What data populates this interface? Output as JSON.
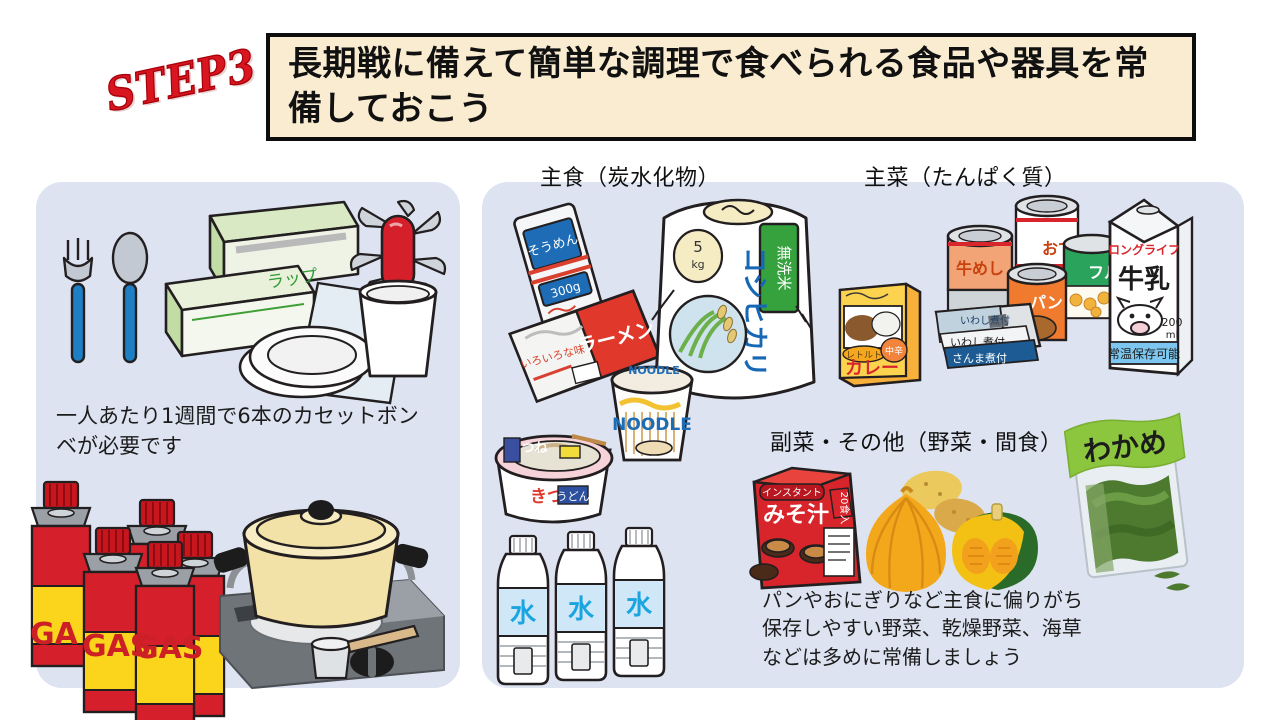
{
  "slide": {
    "step_label": "STEP3",
    "title": "長期戦に備えて簡単な調理で食べられる食品や器具を常備しておこう",
    "background_color": "#ffffff",
    "title_box_fill": "#faecd0",
    "title_box_border": "#0d0d0d",
    "panel_fill": "#dde3f1",
    "step_color": "#d9161f"
  },
  "left_panel": {
    "caption": "一人あたり1週間で6本のカセットボンベが必要です",
    "items": {
      "fork": "フォーク",
      "spoon": "スプーン",
      "wrap_box_label": "ラップ",
      "paper_plates": "紙皿",
      "paper_cup": "紙コップ",
      "multi_tool": "多機能ナイフ",
      "gas_canister_label": "GAS",
      "gas_canister_count": 5,
      "pot": "鍋",
      "stove": "カセットコンロ",
      "ladle": "おたま"
    },
    "colors": {
      "gas_body": "#d5202b",
      "gas_band": "#fbd41c",
      "gas_cap": "#9aa0a6",
      "pot_body": "#f2e2a8",
      "stove_body": "#6f7479",
      "handle_blue": "#1f7fc4"
    }
  },
  "right_panel": {
    "headings": {
      "staple": "主食（炭水化物）",
      "protein": "主菜（たんぱく質）",
      "side": "副菜・その他（野菜・間食）"
    },
    "veg_caption": "パンやおにぎりなど主食に偏りがち\n保存しやすい野菜、乾燥野菜、海草\nなどは多めに常備しましょう",
    "staple_items": [
      {
        "name": "somen-noodles",
        "label": "そうめん",
        "sub": "300g"
      },
      {
        "name": "instant-ramen",
        "label": "ラーメン",
        "sub": "いろいろな味"
      },
      {
        "name": "rice-bag",
        "label": "コシヒカリ",
        "sub": "無洗米",
        "weight": "5kg"
      },
      {
        "name": "cup-noodle",
        "label": "NOODLE"
      },
      {
        "name": "kitsune-udon",
        "label": "きつね",
        "sub": "うどん"
      },
      {
        "name": "water-bottle",
        "label": "水",
        "count": 3
      }
    ],
    "protein_items": [
      {
        "name": "retort-curry",
        "label": "カレー",
        "sub": "レトルト",
        "spice": "中辛"
      },
      {
        "name": "gyumeshi-can",
        "label": "牛めし"
      },
      {
        "name": "oden-can",
        "label": "おでん"
      },
      {
        "name": "bread-can",
        "label": "パン"
      },
      {
        "name": "fruit-can",
        "label": "フルーツ"
      },
      {
        "name": "iwashi-can",
        "label": "いわし煮付"
      },
      {
        "name": "sanma-can",
        "label": "さんま煮付"
      },
      {
        "name": "milk-carton",
        "label": "牛乳",
        "sub": "ロングライフ",
        "volume": "200ml",
        "note": "常温保存可能"
      }
    ],
    "side_items": [
      {
        "name": "instant-miso",
        "label": "みそ汁",
        "sub": "インスタント",
        "count": "20食入"
      },
      {
        "name": "potato",
        "label": "じゃがいも"
      },
      {
        "name": "onion",
        "label": "たまねぎ"
      },
      {
        "name": "pumpkin",
        "label": "かぼちゃ"
      },
      {
        "name": "wakame-pack",
        "label": "わかめ"
      }
    ],
    "colors": {
      "rice_bag_text": "#1667b5",
      "musenmai_tag": "#35a23d",
      "ramen_red": "#e0392c",
      "water_blue": "#1aa5e0",
      "wakame_green": "#8cc63f",
      "miso_red": "#d8252b",
      "pumpkin_orange": "#f3a81c",
      "can_silver": "#c9ced3"
    }
  }
}
